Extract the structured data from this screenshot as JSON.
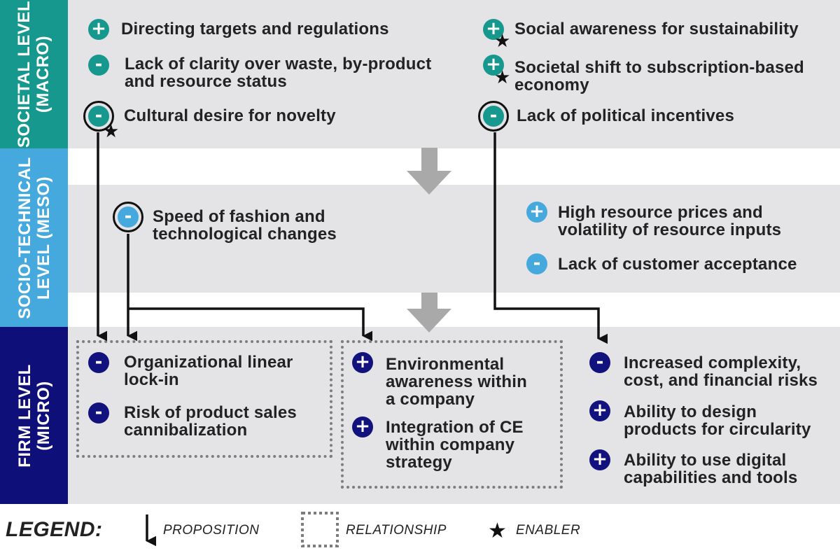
{
  "levels": {
    "macro": "SOCIETAL LEVEL (MACRO)",
    "meso": "SOCIO-TECHNICAL LEVEL (MESO)",
    "micro": "FIRM LEVEL (MICRO)",
    "macro_l1": "SOCIETAL LEVEL",
    "macro_l2": "(MACRO)",
    "meso_l1": "SOCIO-TECHNICAL",
    "meso_l2": "LEVEL (MESO)",
    "micro_l1": "FIRM LEVEL",
    "micro_l2": "(MICRO)"
  },
  "macro": {
    "left": [
      {
        "sign": "+",
        "text": "Directing targets and regulations"
      },
      {
        "sign": "-",
        "line1": "Lack of clarity over waste, by-product",
        "line2": "and resource status"
      },
      {
        "sign": "-",
        "text": "Cultural desire for novelty"
      }
    ],
    "right": [
      {
        "sign": "+",
        "text": "Social awareness for sustainability"
      },
      {
        "sign": "+",
        "line1": "Societal shift to subscription-based",
        "line2": "economy"
      },
      {
        "sign": "-",
        "text": "Lack of political incentives"
      }
    ]
  },
  "meso": {
    "left": [
      {
        "sign": "-",
        "line1": "Speed of fashion and",
        "line2": "technological changes"
      }
    ],
    "right": [
      {
        "sign": "+",
        "line1": "High resource prices and",
        "line2": "volatility of resource inputs"
      },
      {
        "sign": "-",
        "text": "Lack of customer acceptance"
      }
    ]
  },
  "micro": {
    "box1": [
      {
        "sign": "-",
        "line1": "Organizational linear",
        "line2": "lock-in"
      },
      {
        "sign": "-",
        "line1": "Risk of product sales",
        "line2": "cannibalization"
      }
    ],
    "box2": [
      {
        "sign": "+",
        "line1": "Environmental",
        "line2": "awareness within",
        "line3": "a company"
      },
      {
        "sign": "+",
        "line1": "Integration of CE",
        "line2": "within company",
        "line3": "strategy"
      }
    ],
    "right": [
      {
        "sign": "-",
        "line1": "Increased complexity,",
        "line2": "cost, and financial risks"
      },
      {
        "sign": "+",
        "line1": "Ability to design",
        "line2": "products for circularity"
      },
      {
        "sign": "+",
        "line1": "Ability to use digital",
        "line2": "capabilities and tools"
      }
    ]
  },
  "legend": {
    "title": "LEGEND:",
    "proposition": "PROPOSITION",
    "relationship": "RELATIONSHIP",
    "enabler": "ENABLER"
  },
  "colors": {
    "macro": "#17988f",
    "meso": "#45a9de",
    "micro": "#0f0f7a",
    "band": "#e4e4e6"
  }
}
